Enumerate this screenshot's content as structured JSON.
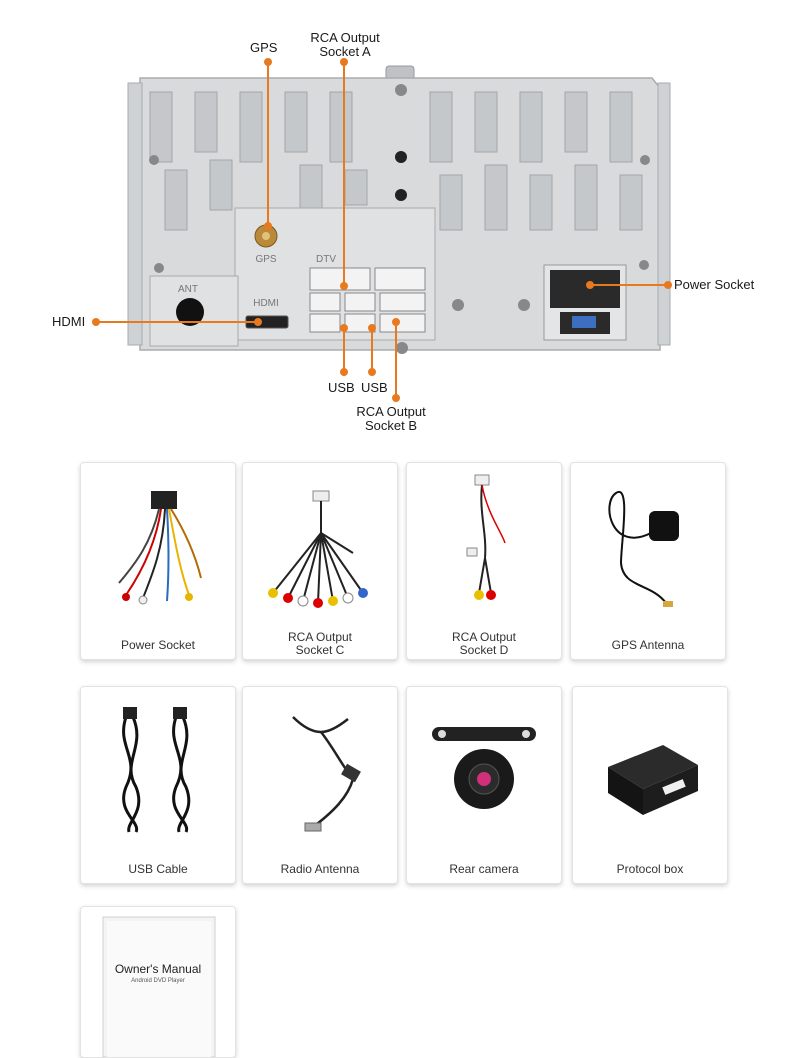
{
  "diagram": {
    "callouts": {
      "gps": "GPS",
      "rca_a_line1": "RCA Output",
      "rca_a_line2": "Socket A",
      "power_socket": "Power Socket",
      "hdmi": "HDMI",
      "usb1": "USB",
      "usb2": "USB",
      "rca_b_line1": "RCA Output",
      "rca_b_line2": "Socket B"
    },
    "panel_labels": {
      "gps": "GPS",
      "dtv": "DTV",
      "ant": "ANT",
      "hdmi": "HDMI"
    },
    "line_color": "#e8791f",
    "panel_color": "#d6d8da"
  },
  "accessories": [
    {
      "line1": "Power Socket",
      "line2": "",
      "icon": "power-harness-icon"
    },
    {
      "line1": "RCA Output",
      "line2": "Socket C",
      "icon": "rca-cable-icon"
    },
    {
      "line1": "RCA Output",
      "line2": "Socket D",
      "icon": "rca-cable-small-icon"
    },
    {
      "line1": "GPS Antenna",
      "line2": "",
      "icon": "gps-antenna-icon"
    },
    {
      "line1": "USB Cable",
      "line2": "",
      "icon": "usb-cable-icon"
    },
    {
      "line1": "Radio Antenna",
      "line2": "",
      "icon": "radio-antenna-icon"
    },
    {
      "line1": "Rear camera",
      "line2": "",
      "icon": "rear-camera-icon"
    },
    {
      "line1": "Protocol box",
      "line2": "",
      "icon": "protocol-box-icon"
    }
  ],
  "manual": {
    "title": "Owner's Manual",
    "subtitle": "Android DVD Player",
    "icon": "manual-booklet-icon"
  }
}
